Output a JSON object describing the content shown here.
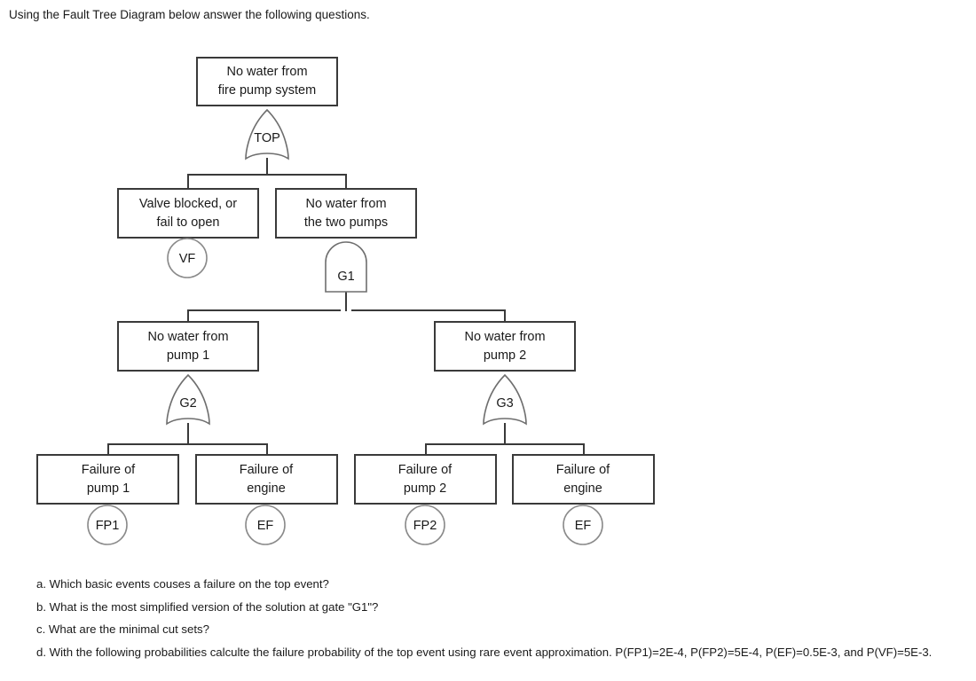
{
  "prompt": "Using the Fault Tree Diagram below answer the following questions.",
  "diagram": {
    "title": "fault-tree-diagram",
    "nodes": {
      "top_event": {
        "id": "TOP",
        "line1": "No water from",
        "line2": "fire pump system",
        "gate_label": "TOP",
        "gate_type": "or"
      },
      "valve_failure": {
        "id": "VF",
        "line1": "Valve blocked, or",
        "line2": "fail to open",
        "event_label": "VF",
        "event_type": "basic"
      },
      "two_pumps": {
        "id": "G1",
        "line1": "No water from",
        "line2": "the two pumps",
        "gate_label": "G1",
        "gate_type": "and"
      },
      "pump1_branch": {
        "id": "G2",
        "line1": "No water from",
        "line2": "pump 1",
        "gate_label": "G2",
        "gate_type": "or"
      },
      "pump2_branch": {
        "id": "G3",
        "line1": "No water from",
        "line2": "pump 2",
        "gate_label": "G3",
        "gate_type": "or"
      },
      "fp1": {
        "id": "FP1",
        "line1": "Failure of",
        "line2": "pump 1",
        "event_label": "FP1",
        "event_type": "basic"
      },
      "ef_left": {
        "id": "EF",
        "line1": "Failure of",
        "line2": "engine",
        "event_label": "EF",
        "event_type": "basic"
      },
      "fp2": {
        "id": "FP2",
        "line1": "Failure of",
        "line2": "pump 2",
        "event_label": "FP2",
        "event_type": "basic"
      },
      "ef_right": {
        "id": "EF",
        "line1": "Failure of",
        "line2": "engine",
        "event_label": "EF",
        "event_type": "basic"
      }
    }
  },
  "questions": [
    "a. Which basic events couses a failure on the top event?",
    "b. What is the most simplified version of the solution at gate \"G1\"?",
    "c. What are the minimal cut sets?",
    "d. With the following probabilities calculte the failure probability of the top event using rare event approximation. P(FP1)=2E-4, P(FP2)=5E-4, P(EF)=0.5E-3, and P(VF)=5E-3."
  ],
  "colors": {
    "box_stroke": "#3a3a3a",
    "gate_stroke": "#6e6e6e",
    "circle_stroke": "#8a8a8a",
    "text": "#1a1a1a",
    "background": "#ffffff"
  }
}
